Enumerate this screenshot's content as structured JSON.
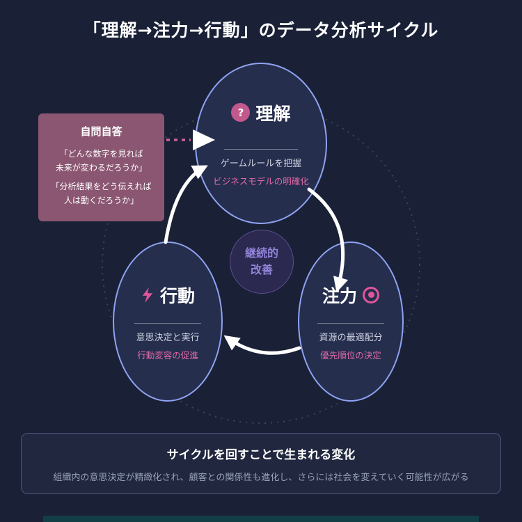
{
  "title": "「理解→注力→行動」のデータ分析サイクル",
  "nodes": {
    "understand": {
      "label": "理解",
      "desc": "ゲームルールを把握",
      "accent": "ビジネスモデルの明確化"
    },
    "focus": {
      "label": "注力",
      "desc": "資源の最適配分",
      "accent": "優先順位の決定"
    },
    "action": {
      "label": "行動",
      "desc": "意思決定と実行",
      "accent": "行動変容の促進"
    }
  },
  "center": {
    "text": "継続的\n改善"
  },
  "callout": {
    "title": "自問自答",
    "quotes": [
      "「どんな数字を見れば\n未来が変わるだろうか」",
      "「分析結果をどう伝えれば\n人は動くだろうか」"
    ]
  },
  "footer": {
    "title": "サイクルを回すことで生まれる変化",
    "body": "組織内の意思決定が精緻化され、顧客との関係性も進化し、さらには社会を変えていく可能性が広がる"
  },
  "icons": {
    "question": "?"
  },
  "colors": {
    "background": "#1a2136",
    "node_border": "#8fa3f2",
    "node_fill": "#262e4e",
    "accent_pink": "#e06aa6",
    "callout_bg": "#8a5671",
    "center_purple": "#9183d8",
    "arrow_white": "#ffffff",
    "dashed_pink": "#cf6099"
  }
}
